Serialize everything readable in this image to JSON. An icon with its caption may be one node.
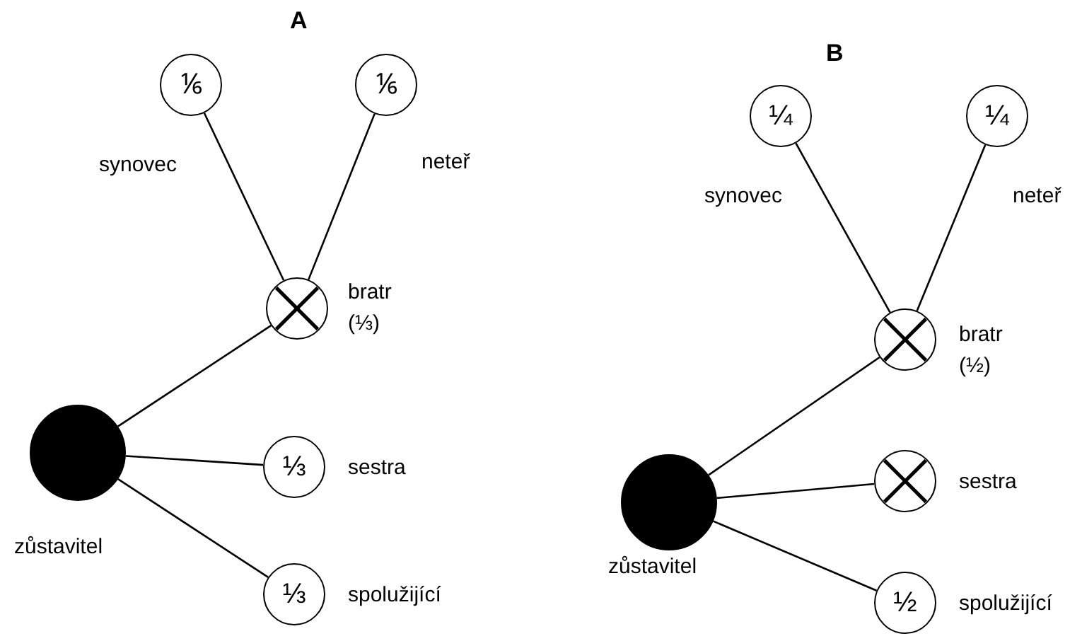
{
  "diagram": {
    "nodes": [
      {
        "text": [
          "⅙"
        ],
        "beside": [
          "synovec"
        ]
      },
      {
        "text": [
          "⅙"
        ],
        "beside": [
          "neteř"
        ]
      },
      {
        "text": [],
        "shape": "circle",
        "beside": [
          "bratr",
          "(⅓)"
        ]
      },
      {
        "text": [],
        "shape": "circle",
        "beside": [
          "zůstavitel"
        ]
      },
      {
        "text": [
          "⅓"
        ],
        "beside": [
          "sestra"
        ]
      },
      {
        "text": [
          "⅓"
        ],
        "beside": [
          "spolužijící"
        ]
      },
      {
        "text": [
          "¼"
        ],
        "beside": [
          "synovec"
        ]
      },
      {
        "text": [
          "¼"
        ],
        "beside": [
          "neteř"
        ]
      },
      {
        "text": [],
        "shape": "circle",
        "beside": [
          "bratr",
          "(½)"
        ]
      },
      {
        "text": [],
        "shape": "circle",
        "beside": [
          "zůstavitel"
        ]
      },
      {
        "text": [],
        "shape": "circle",
        "beside": [
          "sestra"
        ]
      },
      {
        "text": [
          "½"
        ],
        "beside": [
          "spolužijící"
        ]
      }
    ],
    "edges": [
      {
        "from": 0,
        "to": 2,
        "arrow": "none"
      },
      {
        "from": 1,
        "to": 2,
        "arrow": "none"
      },
      {
        "from": 2,
        "to": 3,
        "arrow": "none"
      },
      {
        "from": 3,
        "to": 4,
        "arrow": "none"
      },
      {
        "from": 3,
        "to": 5,
        "arrow": "none"
      },
      {
        "from": 6,
        "to": 8,
        "arrow": "none"
      },
      {
        "from": 7,
        "to": 8,
        "arrow": "none"
      },
      {
        "from": 8,
        "to": 9,
        "arrow": "none"
      },
      {
        "from": 9,
        "to": 10,
        "arrow": "none"
      },
      {
        "from": 9,
        "to": 11,
        "arrow": "none"
      }
    ],
    "labels": [
      "A",
      "B"
    ]
  }
}
